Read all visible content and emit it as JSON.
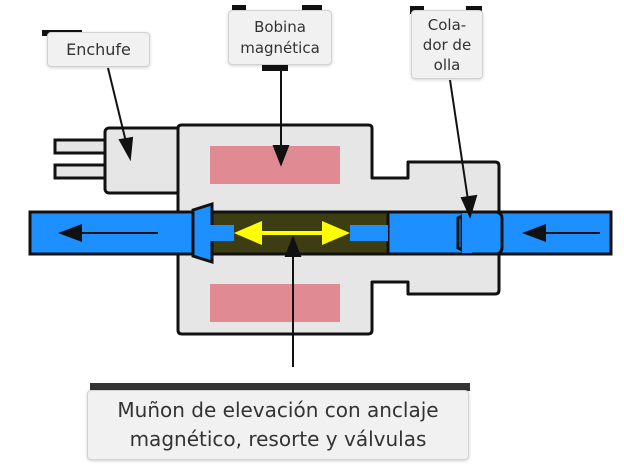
{
  "labels": {
    "plug": "Enchufe",
    "coil": "Bobina\nmagnética",
    "strainer": "Cola-\ndor de\nolla",
    "plunger": "Muñon de elevación con anclaje\nmagnético, resorte y válvulas"
  },
  "colors": {
    "pipe": "#1e8fff",
    "coil": "#e08a93",
    "housing": "#e6e6e6",
    "plunger_core": "#3d3d14",
    "spring_arrow": "#ffff00",
    "outline": "#111111"
  }
}
